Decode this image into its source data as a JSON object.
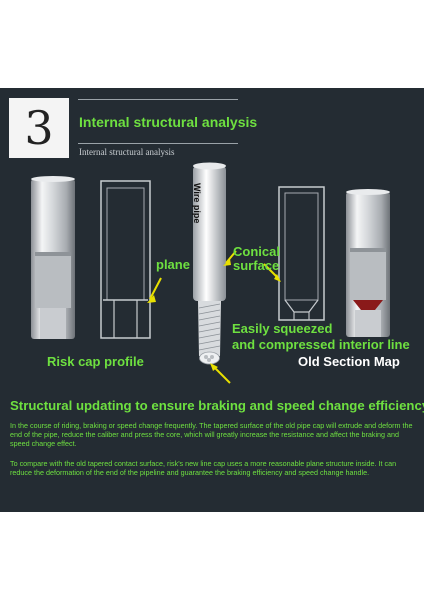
{
  "section": {
    "number": "3",
    "title": "Internal structural analysis",
    "subtitle": "Internal structural analysis"
  },
  "labels": {
    "plane": "plane",
    "wire_pipe": "Wire pipe",
    "conical_line1": "Conical",
    "conical_line2": "surface",
    "squeezed_line1": "Easily squeezed",
    "squeezed_line2": "and compressed interior line",
    "risk_cap": "Risk cap profile",
    "old_section": "Old Section Map"
  },
  "headline": "Structural updating to ensure braking and speed change efficiency!",
  "paragraphs": [
    "In the course of riding, braking or speed change frequently. The tapered surface of the old pipe cap will extrude and deform the end of the pipe, reduce the caliber and press the core, which will greatly increase the resistance and affect the braking and speed change effect.",
    "To compare with the old tapered contact surface, risk's new line cap uses a more reasonable plane structure inside. It can reduce the deformation of the end of the pipeline and guarantee the braking efficiency and speed change handle."
  ],
  "colors": {
    "panel_bg": "#242c33",
    "accent_green": "#6ee040",
    "arrow_yellow": "#e8e000",
    "old_cap_red": "#8a1a1a"
  }
}
